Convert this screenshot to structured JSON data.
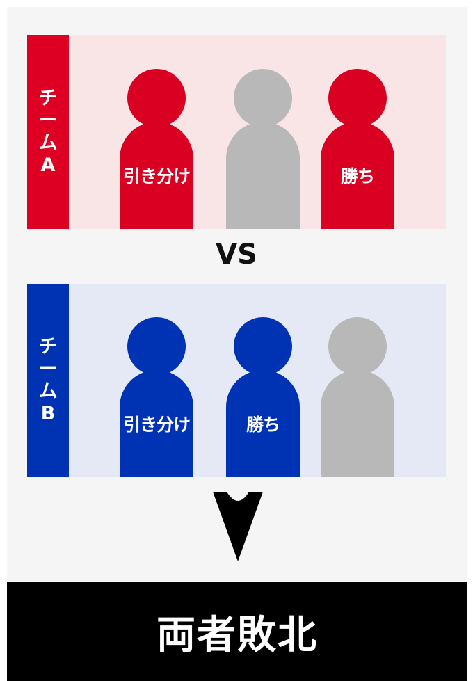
{
  "colors": {
    "team_a": "#dd0022",
    "team_a_bg": "#f9e5e6",
    "team_b": "#0033b3",
    "team_b_bg": "#e4e9f5",
    "neutral": "#b8b8b8"
  },
  "team_a": {
    "label_chars": [
      "チ",
      "ー",
      "ム",
      "A"
    ],
    "members": [
      {
        "state": "colored",
        "label": "引き分け"
      },
      {
        "state": "gray",
        "label": ""
      },
      {
        "state": "colored",
        "label": "勝ち"
      }
    ]
  },
  "vs_text": "VS",
  "team_b": {
    "label_chars": [
      "チ",
      "ー",
      "ム",
      "B"
    ],
    "members": [
      {
        "state": "colored",
        "label": "引き分け"
      },
      {
        "state": "colored",
        "label": "勝ち"
      },
      {
        "state": "gray",
        "label": ""
      }
    ]
  },
  "arrow_icon": "down-arrow-icon",
  "result_text": "両者敗北"
}
